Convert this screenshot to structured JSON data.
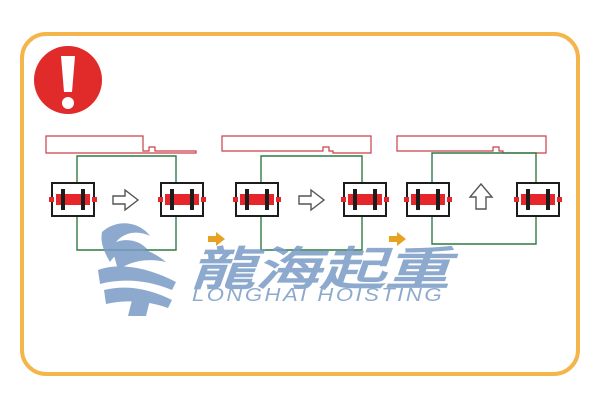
{
  "colors": {
    "frame": "#f4b54a",
    "warning": "#e12a2a",
    "girder": "#c9404a",
    "wire": "#2f7a43",
    "block_red": "#e6262b",
    "block_dark": "#1c1c1c",
    "hollow_arrow": "#555555",
    "small_arrow": "#e8a223",
    "watermark": "#7a9cc6"
  },
  "warning_icon": "exclamation-icon",
  "panels": [
    {
      "name": "step-1",
      "motion": "arrow-right"
    },
    {
      "name": "step-2",
      "motion": "arrow-right"
    },
    {
      "name": "step-3",
      "motion": "arrow-up"
    }
  ],
  "watermark": {
    "brand_cn": "龍海起重",
    "brand_en": "LONGHAI HOISTING",
    "logo_icon": "wave-dragon-logo-icon"
  }
}
